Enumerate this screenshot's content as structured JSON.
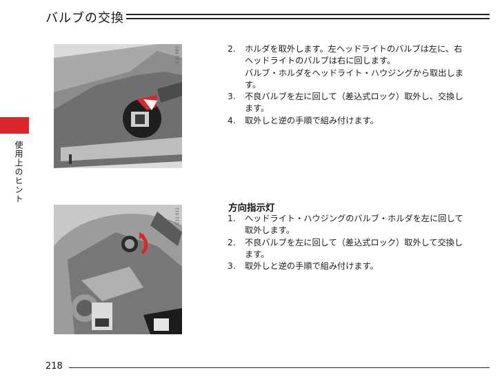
{
  "header": {
    "title": "バルブの交換"
  },
  "side_tab": {
    "label": "使用上のヒント",
    "color": "#d8262b"
  },
  "figures": [
    {
      "code": "C11 007"
    },
    {
      "code": "C11 011"
    }
  ],
  "section1": {
    "steps": [
      {
        "num": "2.",
        "lines": [
          "ホルダを取外します。左ヘッドライトのバルブは左に、右",
          "ヘッドライトのバルブは右に回します。",
          "バルブ・ホルダをヘッドライト・ハウジングから取出しま",
          "す。"
        ]
      },
      {
        "num": "3.",
        "lines": [
          "不良バルブを左に回して（差込式ロック）取外し、交換し",
          "ます。"
        ]
      },
      {
        "num": "4.",
        "lines": [
          "取外しと逆の手順で組み付けます。"
        ]
      }
    ]
  },
  "section2": {
    "heading": "方向指示灯",
    "steps": [
      {
        "num": "1.",
        "lines": [
          "ヘッドライト・ハウジングのバルブ・ホルダを左に回して",
          "取外します。"
        ]
      },
      {
        "num": "2.",
        "lines": [
          "不良バルブを左に回して（差込式ロック）取外して交換し",
          "ます。"
        ]
      },
      {
        "num": "3.",
        "lines": [
          "取外しと逆の手順で組み付けます。"
        ]
      }
    ]
  },
  "footer": {
    "page_number": "218"
  }
}
